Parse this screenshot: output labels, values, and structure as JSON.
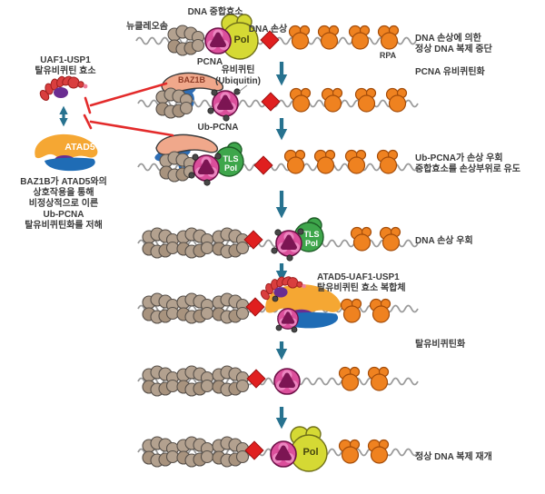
{
  "title": "BAZ1B-ATAD5 DNA damage bypass pathway diagram",
  "colors": {
    "rpa_orange": "#ef8220",
    "nucleosome_tan": "#b3a18f",
    "pcna_pink": "#db4f9b",
    "pol_yellow": "#d5d934",
    "tls_green": "#3ea64b",
    "baz1b_salmon": "#f0a88b",
    "blue_blob": "#2e6db4",
    "atad5_orange": "#f5a733",
    "uaf1_red": "#d93e3e",
    "purple": "#6a2d91",
    "magenta": "#c22a7f",
    "arrow_teal": "#27728f",
    "inhibit_red": "#e32b2b",
    "damage_red": "#e01f1f",
    "dna_gray": "#9a9a9a",
    "text_dark": "#3b3b3b"
  },
  "row1": {
    "dna_polymerase_label": "DNA 중합효소",
    "nucleosome_label": "뉴클레오솜",
    "dna_damage_label": "DNA 손상",
    "pcna_label": "PCNA",
    "pol_label": "Pol",
    "rpa_label": "RPA"
  },
  "row2": {
    "ubiquitin_label_line1": "유비퀴틴",
    "ubiquitin_label_line2": "(Ubiquitin)",
    "baz1b_label": "BAZ1B",
    "ub_pcna_label": "Ub-PCNA"
  },
  "row3": {
    "tls_label_line1": "TLS",
    "tls_label_line2": "Pol"
  },
  "row4": {
    "tls_label_line1": "TLS",
    "tls_label_line2": "Pol"
  },
  "row5": {
    "complex_label_line1": "ATAD5-UAF1-USP1",
    "complex_label_line2": "탈유비퀴틴 효소 복합체"
  },
  "row7": {
    "pol_label": "Pol"
  },
  "left_panel": {
    "uaf1_usp1_title_line1": "UAF1-USP1",
    "uaf1_usp1_title_line2": "탈유비퀴틴 효소",
    "atad5_label": "ATAD5",
    "caption_lines": [
      "BAZ1B가 ATAD5와의",
      "상호작용을 통해",
      "비정상적으로 이른",
      "Ub-PCNA",
      "탈유비퀴틴화를 저해"
    ]
  },
  "right_labels": [
    {
      "lines": [
        "DNA 손상에 의한",
        "정상 DNA 복제 중단"
      ]
    },
    {
      "lines": [
        "PCNA 유비퀴틴화"
      ]
    },
    {
      "lines": [
        "Ub-PCNA가 손상 우회",
        "중합효소를 손상부위로 유도"
      ]
    },
    {
      "lines": [
        "DNA 손상 우회"
      ]
    },
    {
      "lines": [
        "탈유비퀴틴화"
      ]
    },
    {
      "lines": [
        "정상 DNA 복제 재개"
      ]
    }
  ]
}
